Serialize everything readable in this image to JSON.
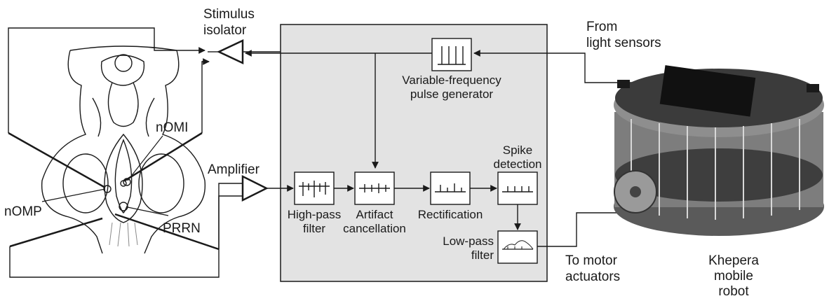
{
  "labels": {
    "stimulus_isolator": [
      "Stimulus",
      "isolator"
    ],
    "amplifier": "Amplifier",
    "from_light_sensors": [
      "From",
      "light sensors"
    ],
    "pulse_generator": [
      "Variable-frequency",
      "pulse generator"
    ],
    "n_omi": "nOMI",
    "n_omp": "nOMP",
    "prrn": "PRRN",
    "high_pass_filter": [
      "High-pass",
      "filter"
    ],
    "artifact_cancellation": [
      "Artifact",
      "cancellation"
    ],
    "rectification": "Rectification",
    "spike_detection": [
      "Spike",
      "detection"
    ],
    "low_pass_filter": [
      "Low-pass",
      "filter"
    ],
    "to_motor_actuators": [
      "To motor",
      "actuators"
    ],
    "robot_name": [
      "Khepera",
      "mobile",
      "robot"
    ]
  },
  "colors": {
    "processing_panel": "#e3e3e3",
    "line": "#1a1a1a",
    "robot_board": "#3b3b3b",
    "robot_body": "#8a8a8a"
  }
}
